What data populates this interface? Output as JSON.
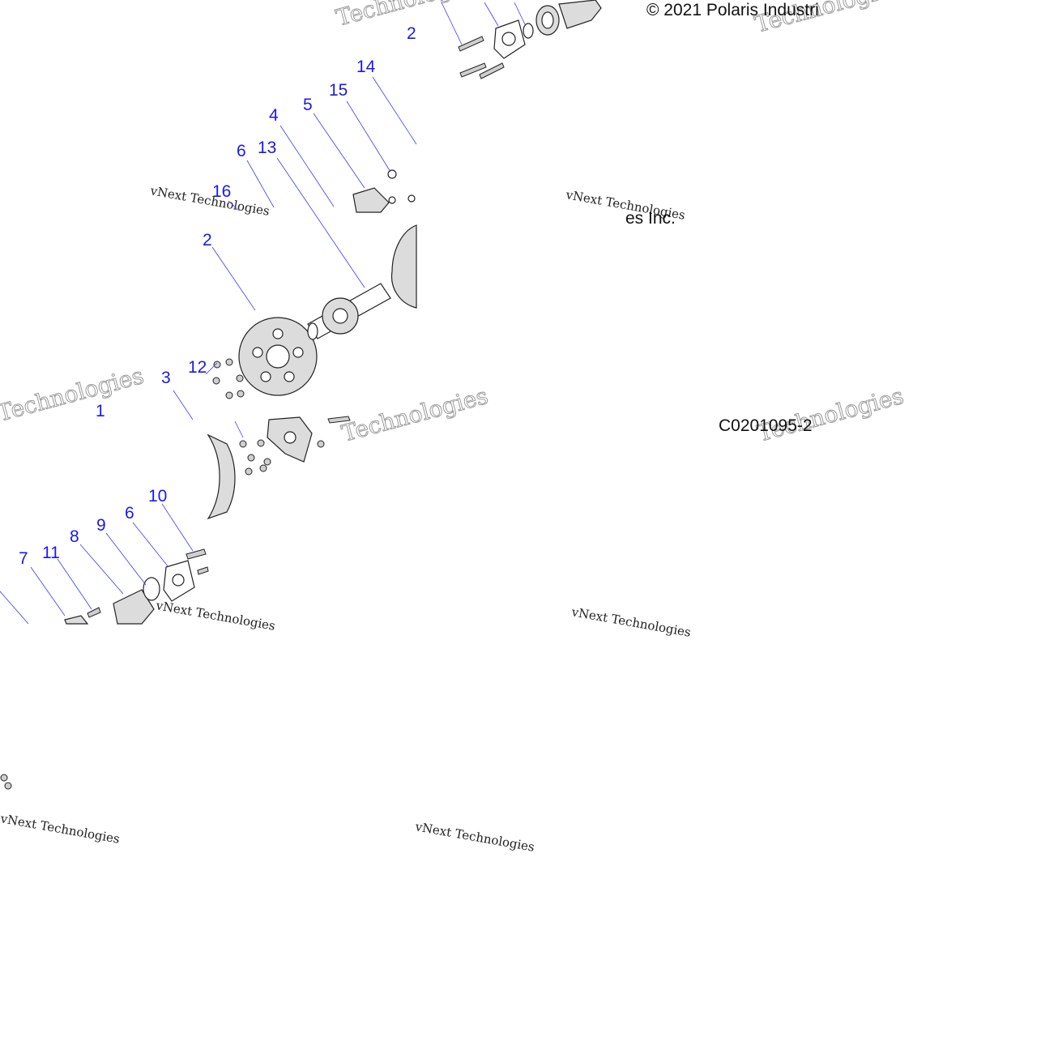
{
  "copyright": "© 2021 Polaris Industri",
  "copyright_fragment": "es Inc.",
  "diagram_code": "C0201095-2",
  "watermark": {
    "line1": "vNext Technologies",
    "line2": "Technologies"
  },
  "callouts": {
    "c1": "1",
    "c2_top": "2",
    "c2_mid": "2",
    "c3": "3",
    "c4": "4",
    "c5": "5",
    "c6_top": "6",
    "c6_bottom": "6",
    "c7": "7",
    "c8": "8",
    "c9": "9",
    "c10": "10",
    "c11": "11",
    "c12": "12",
    "c13": "13",
    "c14": "14",
    "c15": "15",
    "c16": "16"
  }
}
